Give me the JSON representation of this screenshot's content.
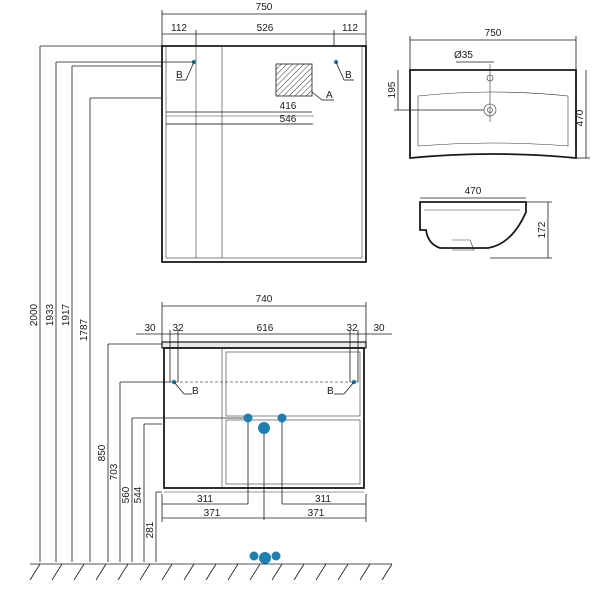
{
  "mirror": {
    "width": "750",
    "side_left": "112",
    "middle": "526",
    "side_right": "112",
    "shelf_width": "416",
    "niche_width": "546",
    "label_a": "A",
    "label_b": "B"
  },
  "heights": {
    "h2000": "2000",
    "h1933": "1933",
    "h1917": "1917",
    "h1787": "1787",
    "h850": "850",
    "h703": "703",
    "h560": "560",
    "h544": "544",
    "h281": "281"
  },
  "cabinet": {
    "width": "740",
    "edge_left": "30",
    "offset_left": "32",
    "inner": "616",
    "offset_right": "32",
    "edge_right": "30",
    "label_b": "B",
    "bottom_left_a": "311",
    "bottom_right_a": "311",
    "bottom_left_b": "371",
    "bottom_right_b": "371"
  },
  "basin": {
    "width": "750",
    "depth": "470",
    "hole_offset": "195",
    "hole_diameter": "Ø35",
    "side_depth": "470",
    "height": "172"
  },
  "colors": {
    "marker": "#1f7fb0",
    "line": "#1a1a1a"
  }
}
